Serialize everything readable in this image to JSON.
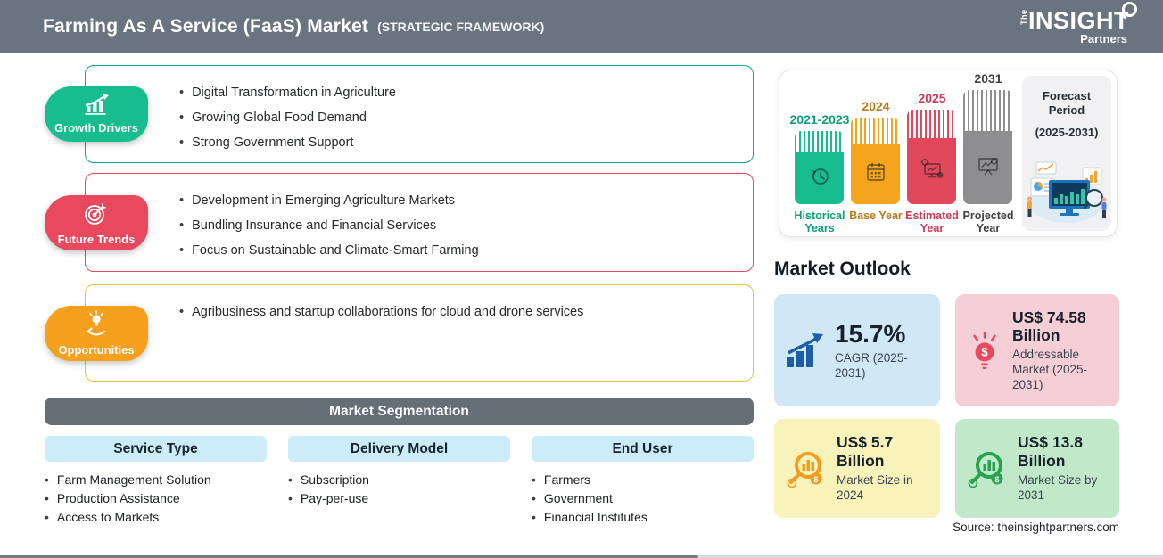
{
  "header": {
    "title": "Farming As A Service (FaaS) Market",
    "subtitle": "(STRATEGIC FRAMEWORK)",
    "logo": {
      "the": "The",
      "insight": "INSIGHT",
      "partners": "Partners"
    }
  },
  "sections": [
    {
      "label": "Growth Drivers",
      "icon": "growth-chart-icon",
      "badge_color": "#17BD8E",
      "border_color": "#0FA98C",
      "items": [
        "Digital Transformation in Agriculture",
        "Growing Global Food Demand",
        "Strong Government Support"
      ]
    },
    {
      "label": "Future Trends",
      "icon": "target-dart-icon",
      "badge_color": "#E9495E",
      "border_color": "#E9495E",
      "items": [
        "Development in Emerging Agriculture Markets",
        "Bundling Insurance and Financial Services",
        "Focus on Sustainable and Climate-Smart Farming"
      ]
    },
    {
      "label": "Opportunities",
      "icon": "bulb-hand-icon",
      "badge_color": "#F6A01E",
      "border_color": "#E9C23C",
      "items": [
        "Agribusiness and startup collaborations for cloud and drone services"
      ]
    }
  ],
  "segmentation": {
    "title": "Market Segmentation",
    "header_color": "#656D77",
    "pill_color": "#CBECF8",
    "columns": [
      {
        "title": "Service Type",
        "items": [
          "Farm Management Solution",
          "Production Assistance",
          "Access to Markets"
        ]
      },
      {
        "title": "Delivery Model",
        "items": [
          "Subscription",
          "Pay-per-use"
        ]
      },
      {
        "title": "End User",
        "items": [
          "Farmers",
          "Government",
          "Financial Institutes"
        ]
      }
    ]
  },
  "timeline": {
    "bars": [
      {
        "year": "2021-2023",
        "caption": "Historical Years",
        "icon": "history-clock-icon",
        "color": "#17BD8E",
        "label_color": "#0E9F7D"
      },
      {
        "year": "2024",
        "caption": "Base Year",
        "icon": "calendar-icon",
        "color": "#F5A51D",
        "label_color": "#B67E1C"
      },
      {
        "year": "2025",
        "caption": "Estimated Year",
        "icon": "computer-analytics-icon",
        "color": "#E2485C",
        "label_color": "#D13A56"
      },
      {
        "year": "2031",
        "caption": "Projected Year",
        "icon": "presentation-chart-icon",
        "color": "#8E8E90",
        "label_color": "#3F4145"
      }
    ],
    "forecast": {
      "title": "Forecast Period",
      "range": "(2025-2031)",
      "illustration": "analytics-team-illustration"
    }
  },
  "outlook": {
    "title": "Market Outlook",
    "cards": [
      {
        "value": "15.7%",
        "desc": "CAGR (2025-2031)",
        "icon": "bar-growth-icon",
        "bg": "#D0E8F6",
        "icon_color": "#1D5FA6"
      },
      {
        "value": "US$ 74.58 Billion",
        "desc": "Addressable Market (2025-2031)",
        "icon": "dollar-bulb-icon",
        "bg": "#F6CED5",
        "icon_color": "#E9495E"
      },
      {
        "value": "US$ 5.7 Billion",
        "desc": "Market Size in 2024",
        "icon": "magnifier-chart-icon",
        "bg": "#F8F2BB",
        "icon_color": "#F29D1F"
      },
      {
        "value": "US$ 13.8 Billion",
        "desc": "Market Size by 2031",
        "icon": "magnifier-chart-icon",
        "bg": "#C1E9C9",
        "icon_color": "#27A24F"
      }
    ]
  },
  "source": "Source: theinsightpartners.com"
}
